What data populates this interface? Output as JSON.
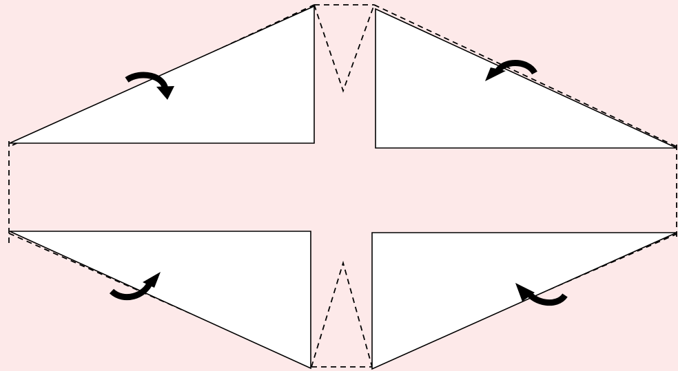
{
  "figure": {
    "description_shapes": [
      "upper-left-flap",
      "upper-right-flap",
      "lower-left-flap",
      "lower-right-flap"
    ],
    "colors": {
      "background": "#fde9e9",
      "flap_fill": "#ffffff",
      "stroke": "#000000"
    },
    "icons": [
      "fold-arrow-icon",
      "fold-arrow-icon",
      "fold-arrow-icon",
      "fold-arrow-icon"
    ]
  }
}
